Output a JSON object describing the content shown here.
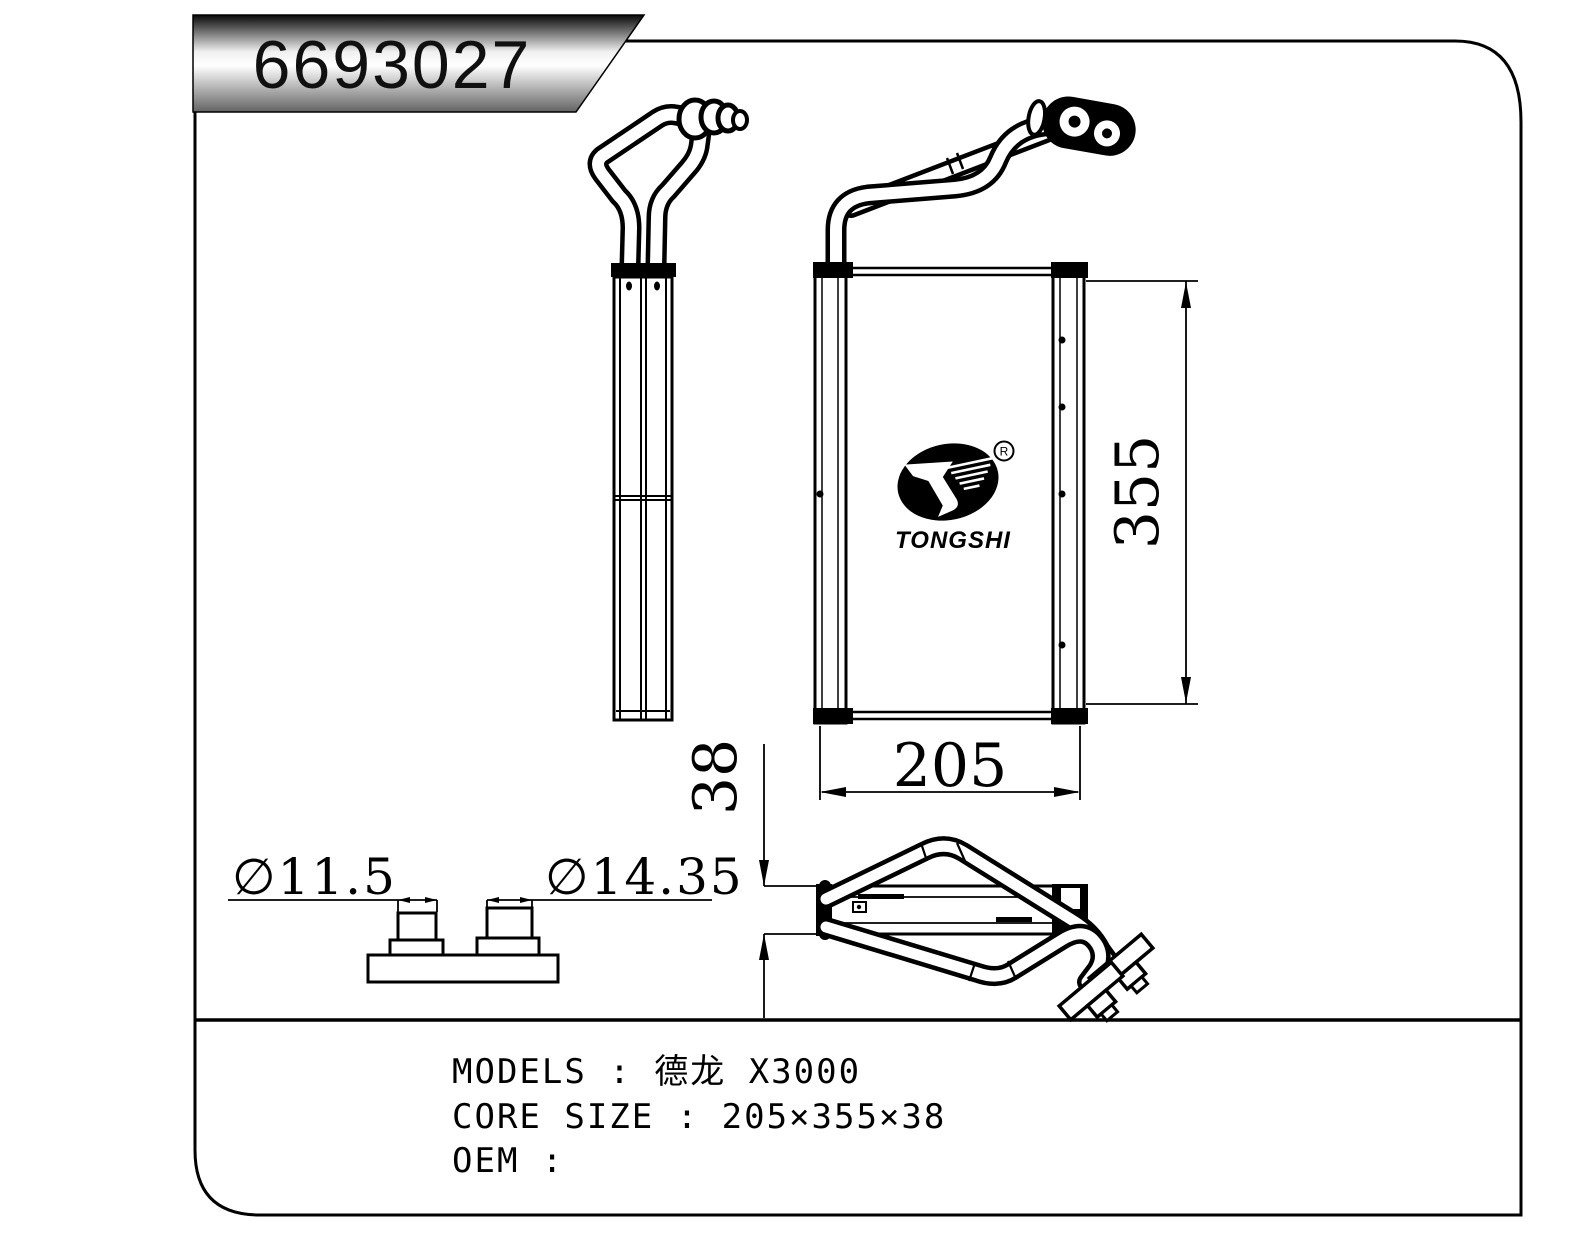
{
  "badge": {
    "part_number": "6693027"
  },
  "logo": {
    "brand": "TONGSHI",
    "registered_mark": "R"
  },
  "dimensions": {
    "core_height": "355",
    "core_width": "205",
    "core_depth": "38",
    "port_diameter_small": "∅11.5",
    "port_diameter_large": "∅14.35"
  },
  "footer": {
    "lines": [
      "MODELS : 德龙 X3000",
      "CORE SIZE : 205×355×38",
      "OEM :"
    ]
  },
  "colors": {
    "ink": "#000000",
    "paper": "#ffffff",
    "badge_gradient_top": "#080808",
    "badge_gradient_mid": "#ffffff",
    "badge_gradient_bottom": "#636363"
  }
}
